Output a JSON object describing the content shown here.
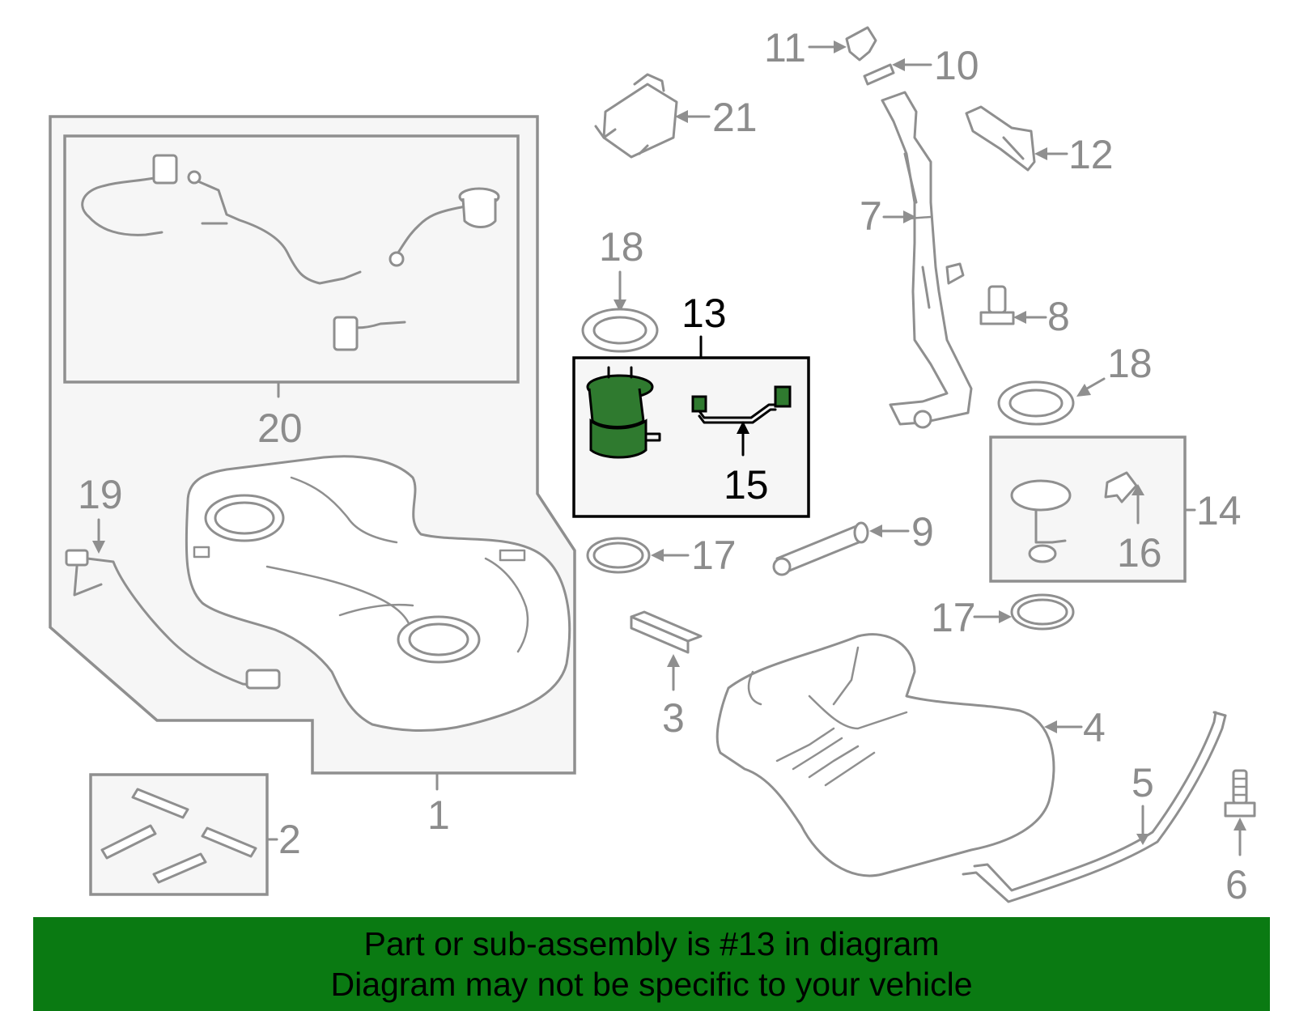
{
  "callouts": {
    "c1": "1",
    "c2": "2",
    "c3": "3",
    "c4": "4",
    "c5": "5",
    "c6": "6",
    "c7": "7",
    "c8": "8",
    "c9": "9",
    "c10": "10",
    "c11": "11",
    "c12": "12",
    "c13": "13",
    "c14": "14",
    "c15": "15",
    "c16": "16",
    "c17a": "17",
    "c17b": "17",
    "c18a": "18",
    "c18b": "18",
    "c19": "19",
    "c20": "20",
    "c21": "21"
  },
  "highlighted_part": "13",
  "colors": {
    "banner": "#0a7a12",
    "highlight_part": "#2f7a2f",
    "line_art": "#8f8f8f"
  },
  "banner": {
    "line1": "Part or sub-assembly is #13 in diagram",
    "line2": "Diagram may not be specific to your vehicle"
  }
}
